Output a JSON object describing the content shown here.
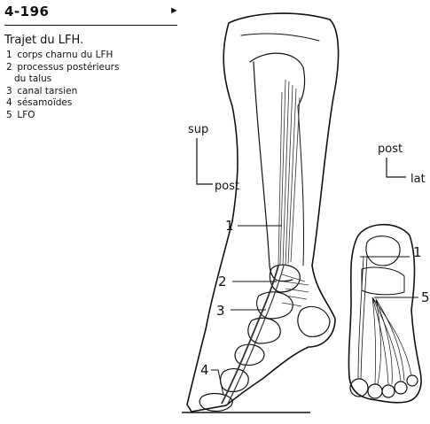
{
  "figure": {
    "number": "4-196",
    "arrow": "►",
    "caption": "Trajet du LFH."
  },
  "legend": [
    {
      "num": "1",
      "text": "corps charnu du LFH"
    },
    {
      "num": "2",
      "text": "processus postérieurs"
    },
    {
      "num": "",
      "text": "du talus"
    },
    {
      "num": "3",
      "text": "canal tarsien"
    },
    {
      "num": "4",
      "text": "sésamoïdes"
    },
    {
      "num": "5",
      "text": "LFO"
    }
  ],
  "leg_view": {
    "orient_vertical": "sup",
    "orient_horizontal": "post",
    "labels": [
      "1",
      "2",
      "3",
      "4"
    ]
  },
  "foot_view": {
    "orient_vertical": "post",
    "orient_horizontal": "lat",
    "labels": [
      "1",
      "5"
    ]
  }
}
